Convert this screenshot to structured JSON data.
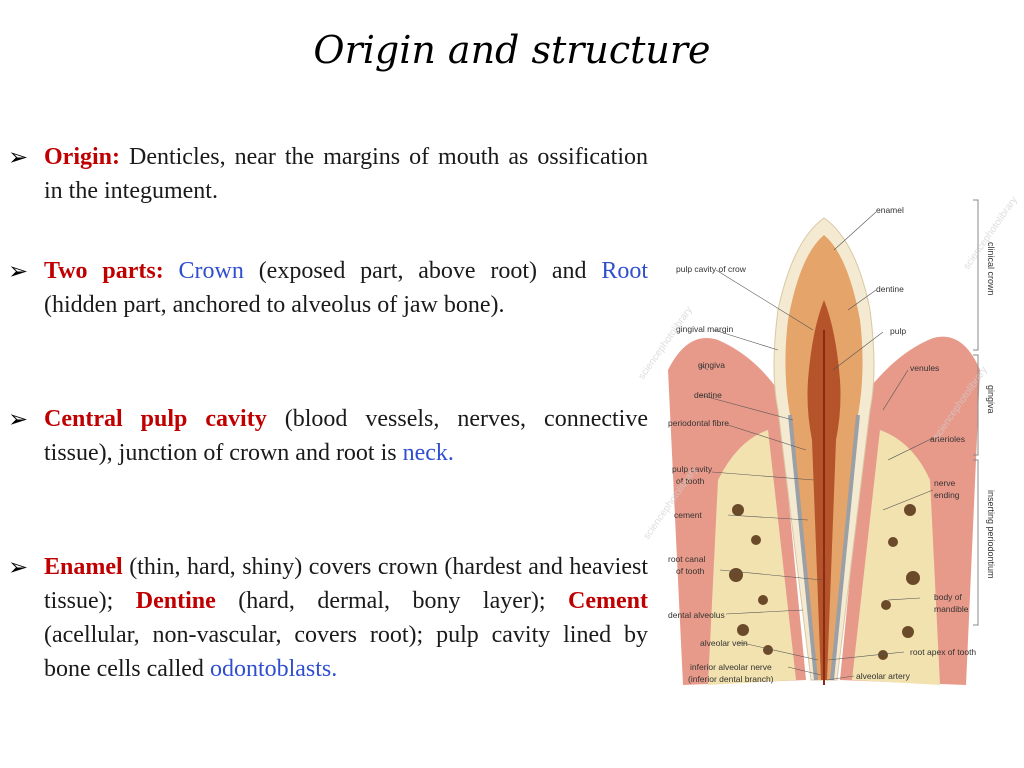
{
  "slide": {
    "title": "Origin and structure"
  },
  "bullets": {
    "b1": {
      "k1": "Origin:",
      "t1": " Denticles, near the margins of mouth as ossification in the integument."
    },
    "b2": {
      "k1": "Two parts:",
      "t1": " ",
      "c1": "Crown",
      "t2": " (exposed part, above root) and ",
      "c2": "Root",
      "t3": " (hidden part, anchored to alveolus of jaw bone)."
    },
    "b3": {
      "k1": "Central pulp cavity",
      "t1": " (blood vessels, nerves, connective tissue), junction of crown and root is ",
      "c1": "neck."
    },
    "b4": {
      "k1": "Enamel",
      "t1": " (thin, hard, shiny) covers crown (hardest and heaviest tissue); ",
      "k2": "Dentine",
      "t2": " (hard, dermal, bony layer); ",
      "k3": "Cement",
      "t3": " (acellular, non-vascular, covers root); pulp cavity lined by bone cells called ",
      "c1": "odontoblasts."
    }
  },
  "figure": {
    "labels": {
      "enamel": "enamel",
      "pulp_cavity_crown": "pulp cavity of crow",
      "dentine_right": "dentine",
      "gingival_margin": "gingival margin",
      "pulp": "pulp",
      "gingiva": "gingiva",
      "venules": "venules",
      "dentine_left": "dentine",
      "periodontal_fibre": "periodontal fibre",
      "arterioles": "arterioles",
      "pulp_cavity_tooth_1": "pulp cavity",
      "pulp_cavity_tooth_2": "of tooth",
      "nerve_ending_1": "nerve",
      "nerve_ending_2": "ending",
      "cement": "cement",
      "root_canal_1": "root canal",
      "root_canal_2": "of tooth",
      "body_of_mandible_1": "body of",
      "body_of_mandible_2": "mandible",
      "dental_alveolus": "dental alveolus",
      "alveolar_vein": "alveolar vein",
      "root_apex": "root apex of tooth",
      "inferior_alveolar_nerve_1": "inferior alveolar nerve",
      "inferior_alveolar_nerve_2": "(inferior dental branch)",
      "alveolar_artery": "alveolar artery"
    },
    "side_labels": {
      "clinical_crown": "clinical crown",
      "gingiva": "gingiva",
      "inserting_periodontium": "inserting periodontium"
    },
    "watermark": "sciencephotolibrary"
  },
  "icons": {
    "bullet_marker": "arrowhead-bullet-icon"
  }
}
